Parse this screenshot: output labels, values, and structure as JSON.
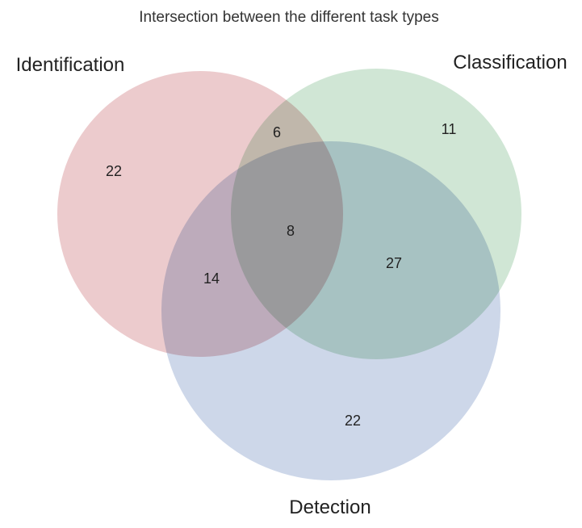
{
  "chart_data": {
    "type": "venn",
    "title": "Intersection between the different task types",
    "sets": [
      {
        "name": "Identification",
        "color": "#e4b5b8"
      },
      {
        "name": "Classification",
        "color": "#bcdbc3"
      },
      {
        "name": "Detection",
        "color": "#b8c6e0"
      }
    ],
    "regions": [
      {
        "sets": [
          "Identification"
        ],
        "value": 22
      },
      {
        "sets": [
          "Classification"
        ],
        "value": 11
      },
      {
        "sets": [
          "Detection"
        ],
        "value": 22
      },
      {
        "sets": [
          "Identification",
          "Classification"
        ],
        "value": 6
      },
      {
        "sets": [
          "Identification",
          "Detection"
        ],
        "value": 14
      },
      {
        "sets": [
          "Classification",
          "Detection"
        ],
        "value": 27
      },
      {
        "sets": [
          "Identification",
          "Classification",
          "Detection"
        ],
        "value": 8
      }
    ]
  }
}
